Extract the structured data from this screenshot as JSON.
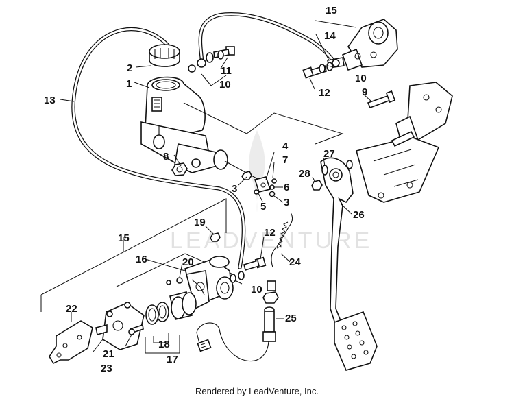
{
  "watermark": "LEADVENTURE",
  "footer": "Rendered by LeadVenture, Inc.",
  "callouts": {
    "c1": "1",
    "c2": "2",
    "c3a": "3",
    "c3b": "3",
    "c4": "4",
    "c5": "5",
    "c6": "6",
    "c7": "7",
    "c8": "8",
    "c9": "9",
    "c10a": "10",
    "c10b": "10",
    "c10c": "10",
    "c11": "11",
    "c12a": "12",
    "c12b": "12",
    "c13": "13",
    "c14": "14",
    "c15a": "15",
    "c15b": "15",
    "c16": "16",
    "c17": "17",
    "c18": "18",
    "c19": "19",
    "c20": "20",
    "c21": "21",
    "c22": "22",
    "c23": "23",
    "c24": "24",
    "c25": "25",
    "c26": "26",
    "c27": "27",
    "c28": "28"
  }
}
